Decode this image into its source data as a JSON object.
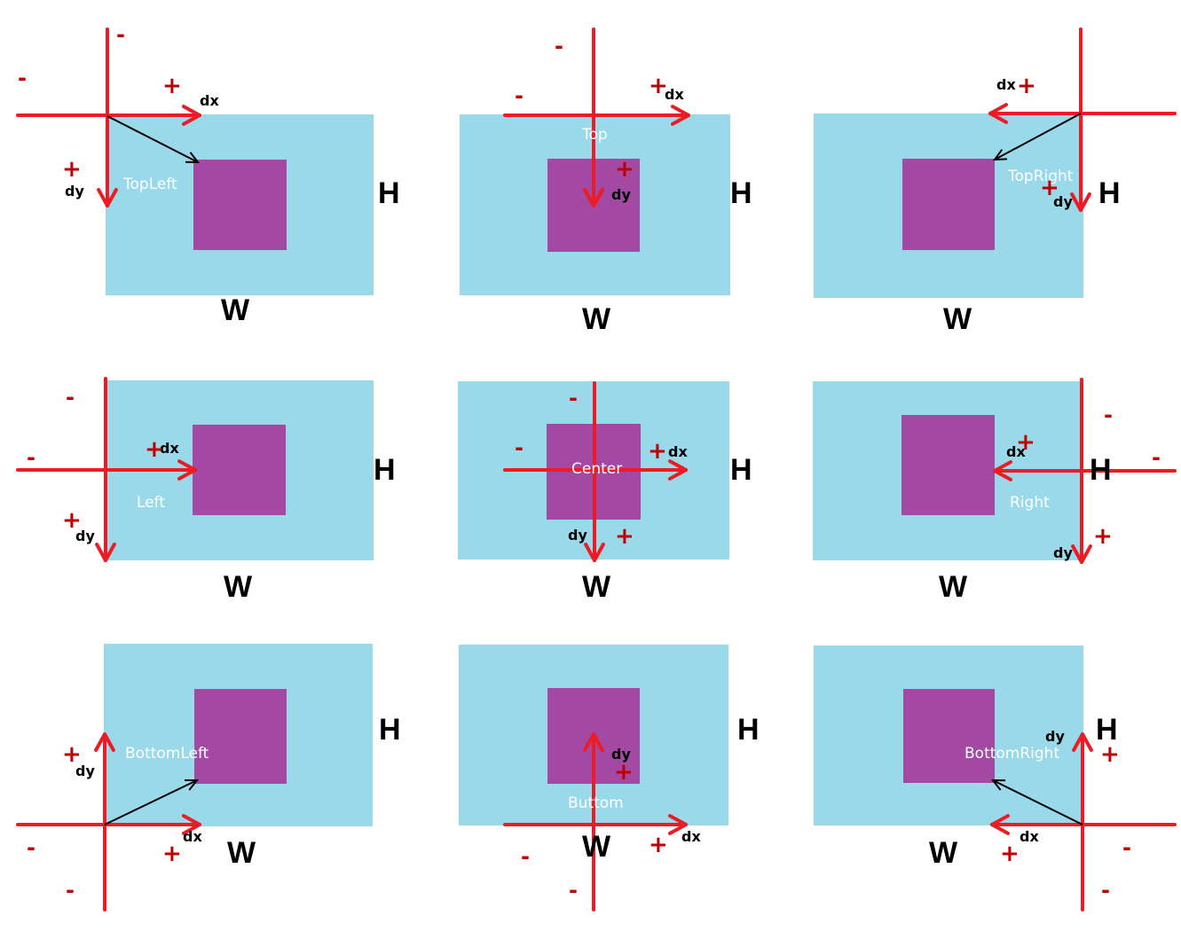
{
  "colors": {
    "container": "#99D9EA",
    "element": "#A349A4",
    "axis": "#ED1C24",
    "sign": "#C00000",
    "offset_vector": "#000000",
    "anchor_label": "#FFFFFF"
  },
  "labels": {
    "width": "W",
    "height": "H",
    "dx": "dx",
    "dy": "dy",
    "plus": "+",
    "minus": "-"
  },
  "panels": [
    {
      "anchor": "TopLeft"
    },
    {
      "anchor": "Top"
    },
    {
      "anchor": "TopRight"
    },
    {
      "anchor": "Left"
    },
    {
      "anchor": "Center"
    },
    {
      "anchor": "Right"
    },
    {
      "anchor": "BottomLeft"
    },
    {
      "anchor": "Buttom"
    },
    {
      "anchor": "BottomRight"
    }
  ]
}
